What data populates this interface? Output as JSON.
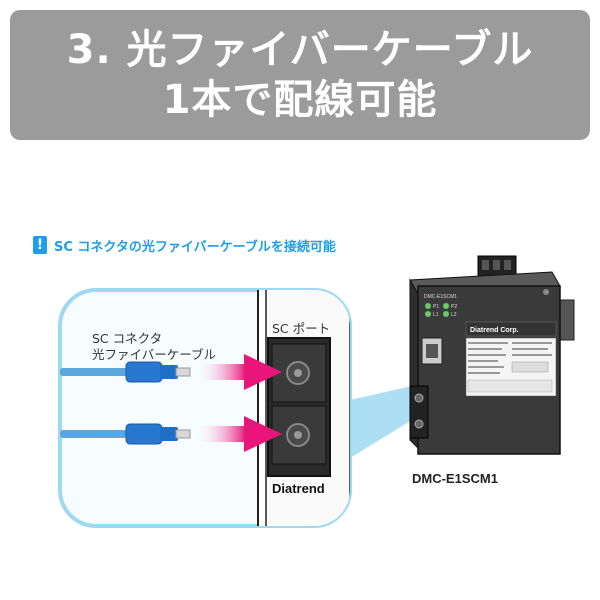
{
  "banner": {
    "line1": "3. 光ファイバーケーブル",
    "line2": "1本で配線可能"
  },
  "tagline": {
    "icon": "!",
    "text": "SC コネクタの光ファイバーケーブルを接続可能"
  },
  "labels": {
    "cable_line1": "SC コネクタ",
    "cable_line2": "光ファイバーケーブル",
    "port": "SC ポート"
  },
  "device": {
    "model": "DMC-E1SCM1",
    "brand": "Diatrend Corp.",
    "front_brand": "Diatrend",
    "panel_title": "DMC-E1SCM1",
    "led_p1": "P1",
    "led_p2": "P2",
    "led_l1": "L1",
    "led_l2": "L2"
  },
  "colors": {
    "banner": "#9b9b9b",
    "accent_blue": "#1e9ee8",
    "arrow": "#e8157a",
    "cable": "#5ba7dc",
    "device_body": "#3a3a3a"
  }
}
